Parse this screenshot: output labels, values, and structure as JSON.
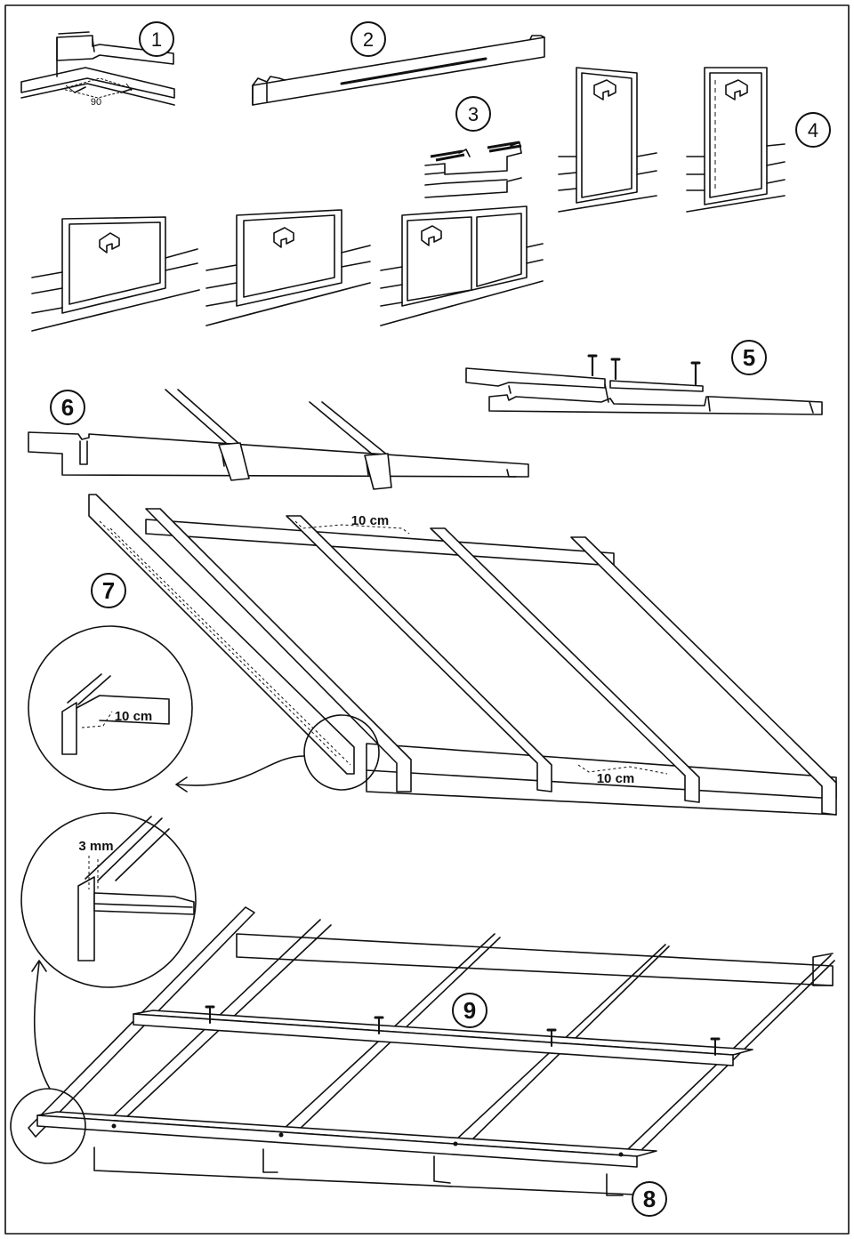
{
  "steps": {
    "s1": "1",
    "s2": "2",
    "s3": "3",
    "s4": "4",
    "s5": "5",
    "s6": "6",
    "s7": "7",
    "s8": "8",
    "s9": "9"
  },
  "dimensions": {
    "angle_90": "90",
    "gap_top": "10 cm",
    "gap_detail": "10 cm",
    "gap_bottom": "10 cm",
    "gap_3mm": "3 mm"
  }
}
